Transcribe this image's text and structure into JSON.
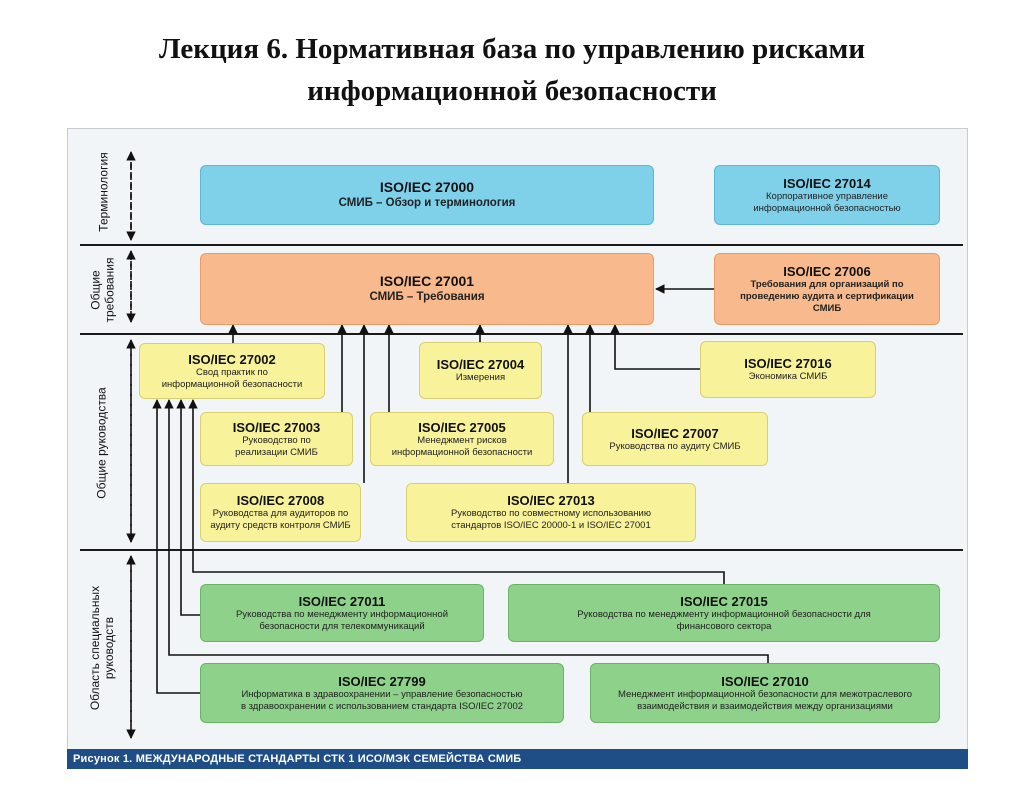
{
  "title": {
    "line1": "Лекция 6. Нормативная база по управлению рисками",
    "line2": "информационной безопасности"
  },
  "bands": {
    "terminology": "Терминология",
    "requirements_1": "Общие",
    "requirements_2": "требования",
    "guidance": "Общие руководства",
    "specific_1": "Область специальных",
    "specific_2": "руководств"
  },
  "boxes": {
    "iso27000": {
      "code": "ISO/IEC 27000",
      "sub": "СМИБ – Обзор и терминология"
    },
    "iso27014": {
      "code": "ISO/IEC 27014",
      "sub1": "Корпоративное управление",
      "sub2": "информационной безопасностью"
    },
    "iso27001": {
      "code": "ISO/IEC 27001",
      "sub": "СМИБ – Требования"
    },
    "iso27006": {
      "code": "ISO/IEC 27006",
      "sub1": "Требования для организаций по",
      "sub2": "проведению аудита и сертификации",
      "sub3": "СМИБ"
    },
    "iso27002": {
      "code": "ISO/IEC 27002",
      "sub1": "Свод практик по",
      "sub2": "информационной безопасности"
    },
    "iso27004": {
      "code": "ISO/IEC 27004",
      "sub": "Измерения"
    },
    "iso27016": {
      "code": "ISO/IEC 27016",
      "sub": "Экономика СМИБ"
    },
    "iso27003": {
      "code": "ISO/IEC 27003",
      "sub1": "Руководство по",
      "sub2": "реализации СМИБ"
    },
    "iso27005": {
      "code": "ISO/IEC 27005",
      "sub1": "Менеджмент рисков",
      "sub2": "информационной безопасности"
    },
    "iso27007": {
      "code": "ISO/IEC 27007",
      "sub": "Руководства по аудиту СМИБ"
    },
    "iso27008": {
      "code": "ISO/IEC 27008",
      "sub1": "Руководства для аудиторов по",
      "sub2": "аудиту средств контроля СМИБ"
    },
    "iso27013": {
      "code": "ISO/IEC 27013",
      "sub1": "Руководство по совместному использованию",
      "sub2": "стандартов ISO/IEC  20000-1 и ISO/IEC  27001"
    },
    "iso27011": {
      "code": "ISO/IEC 27011",
      "sub1": "Руководства по менеджменту информационной",
      "sub2": "безопасности для телекоммуникаций"
    },
    "iso27015": {
      "code": "ISO/IEC 27015",
      "sub1": "Руководства по менеджменту информационной безопасности для",
      "sub2": "финансового сектора"
    },
    "iso27799": {
      "code": "ISO/IEC 27799",
      "sub1": "Информатика в здравоохранении – управление безопасностью",
      "sub2": "в здравоохранении с использованием стандарта  ISO/IEC 27002"
    },
    "iso27010": {
      "code": "ISO/IEC 27010",
      "sub1": "Менеджмент информационной безопасности для межотраслевого",
      "sub2": "взаимодействия и взаимодействия между организациями"
    }
  },
  "footer": "Рисунок 1.  МЕЖДУНАРОДНЫЕ СТАНДАРТЫ  СТК 1 ИСО/МЭК СЕМЕЙСТВА СМИБ",
  "colors": {
    "terminology": "#7fd1ea",
    "requirements": "#f8ba8c",
    "guidance": "#f8f29a",
    "specific": "#8ed18a",
    "footer": "#1f4e86"
  }
}
